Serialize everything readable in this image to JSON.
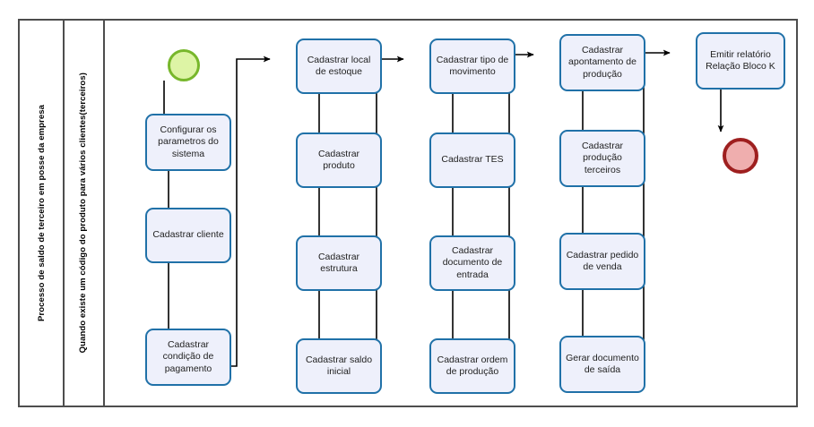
{
  "diagram": {
    "type": "bpmn-flowchart",
    "pool_label": "Processo de saldo de terceiro em posse da empresa",
    "phase_label": "Quando existe um código do produto para vários clientes(terceiros)",
    "colors": {
      "task_fill": "#eef0fb",
      "task_border": "#2071a8",
      "start_fill": "#ddf4a5",
      "start_border": "#77b72b",
      "end_fill": "#efaeae",
      "end_border": "#9e1f1f",
      "frame_border": "#4d4d4d",
      "connector": "#000000"
    },
    "start_event": {
      "name": "start-event",
      "label": ""
    },
    "end_event": {
      "name": "end-event",
      "label": ""
    },
    "columns": [
      {
        "id": "col-1",
        "tasks": [
          {
            "id": "t1",
            "label": "Configurar os parametros do sistema"
          },
          {
            "id": "t2",
            "label": "Cadastrar cliente"
          },
          {
            "id": "t3",
            "label": "Cadastrar condição de pagamento"
          }
        ]
      },
      {
        "id": "col-2",
        "tasks": [
          {
            "id": "t4",
            "label": "Cadastrar local de estoque"
          },
          {
            "id": "t5",
            "label": "Cadastrar produto"
          },
          {
            "id": "t6",
            "label": "Cadastrar estrutura"
          },
          {
            "id": "t7",
            "label": "Cadastrar saldo inicial"
          }
        ]
      },
      {
        "id": "col-3",
        "tasks": [
          {
            "id": "t8",
            "label": "Cadastrar tipo de movimento"
          },
          {
            "id": "t9",
            "label": "Cadastrar TES"
          },
          {
            "id": "t10",
            "label": "Cadastrar documento de entrada"
          },
          {
            "id": "t11",
            "label": "Cadastrar ordem de produção"
          }
        ]
      },
      {
        "id": "col-4",
        "tasks": [
          {
            "id": "t12",
            "label": "Cadastrar apontamento de produção"
          },
          {
            "id": "t13",
            "label": "Cadastrar produção terceiros"
          },
          {
            "id": "t14",
            "label": "Cadastrar pedido de venda"
          },
          {
            "id": "t15",
            "label": "Gerar documento de saída"
          }
        ]
      },
      {
        "id": "col-5",
        "tasks": [
          {
            "id": "t16",
            "label": "Emitir relatório Relação Bloco K"
          }
        ]
      }
    ]
  }
}
